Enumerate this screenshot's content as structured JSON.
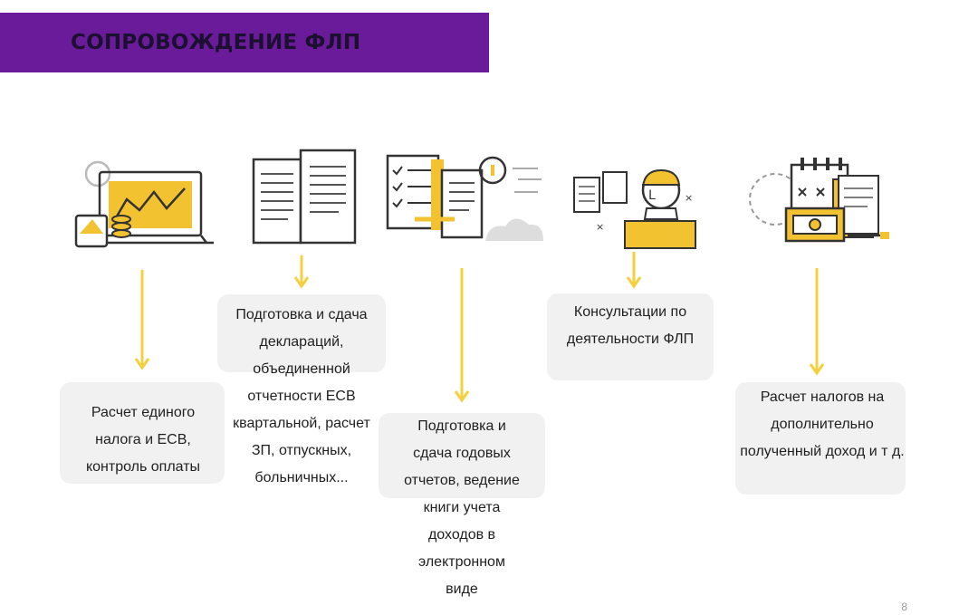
{
  "title": "СОПРОВОЖДЕНИЕ ФЛП",
  "colors": {
    "title_bar": "#6a1b9a",
    "accent_yellow": "#f2c230",
    "arrow_yellow": "#f4d03f",
    "box_gray": "#f1f1f1",
    "line_dark": "#333333"
  },
  "steps": [
    {
      "icon": "laptop-chart-icon",
      "lines": [
        "Расчет единого",
        "налога и ЕСВ,",
        "контроль оплаты"
      ]
    },
    {
      "icon": "documents-icon",
      "lines": [
        "Подготовка и сдача",
        "деклараций,",
        "объединенной",
        "отчетности ЕСВ",
        "квартальной, расчет",
        "ЗП, отпускных,",
        "больничных..."
      ]
    },
    {
      "icon": "checklist-report-icon",
      "lines": [
        "Подготовка и",
        "сдача годовых",
        "отчетов, ведение",
        "книги  учета",
        "доходов в",
        "электронном",
        "виде"
      ]
    },
    {
      "icon": "consultant-icon",
      "lines": [
        "Консультации по",
        "деятельности ФЛП"
      ]
    },
    {
      "icon": "calendar-money-icon",
      "lines": [
        "Расчет налогов на",
        "дополнительно",
        "полученный доход и т д."
      ]
    }
  ],
  "page_number": "8"
}
